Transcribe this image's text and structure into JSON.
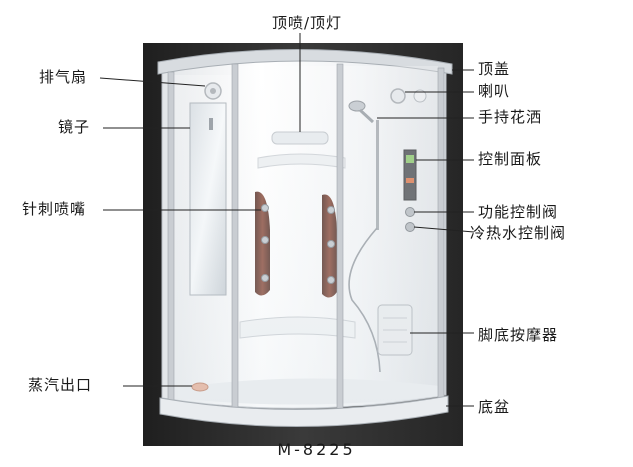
{
  "labels": {
    "top_spray": "顶喷/顶灯",
    "exhaust_fan": "排气扇",
    "top_cover": "顶盖",
    "speaker": "喇叭",
    "mirror": "镜子",
    "handheld_shower": "手持花洒",
    "control_panel": "控制面板",
    "needle_jets": "针刺喷嘴",
    "function_valve": "功能控制阀",
    "hot_cold_valve": "冷热水控制阀",
    "foot_massager": "脚底按摩器",
    "steam_outlet": "蒸汽出口",
    "base_tray": "底盆"
  },
  "model_number": "M-8225",
  "colors": {
    "backdrop": "#2e2e2e",
    "enclosure_white": "#f4f5f6",
    "aluminum_frame": "#c9cdd2",
    "wood_panel": "#5a2618",
    "chrome": "#9aa0a6",
    "leader_line": "#222222"
  }
}
